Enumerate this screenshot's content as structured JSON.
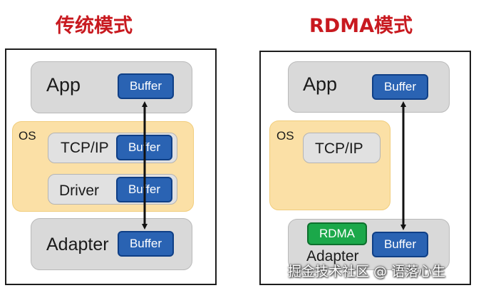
{
  "left": {
    "title": "传统模式",
    "app_label": "App",
    "os_label": "OS",
    "tcpip_label": "TCP/IP",
    "driver_label": "Driver",
    "adapter_label": "Adapter",
    "buffer_label": "Buffer"
  },
  "right": {
    "title": "RDMA模式",
    "app_label": "App",
    "os_label": "OS",
    "tcpip_label": "TCP/IP",
    "rdma_label": "RDMA",
    "adapter_label": "Adapter",
    "buffer_label": "Buffer"
  },
  "watermark": "掘金技术社区 @ 语落心生",
  "colors": {
    "title": "#c8191f",
    "buffer": "#2a63b3",
    "rdma": "#1ba84a",
    "os_background": "#fbe0a6",
    "box_background": "#d9d9d9"
  }
}
